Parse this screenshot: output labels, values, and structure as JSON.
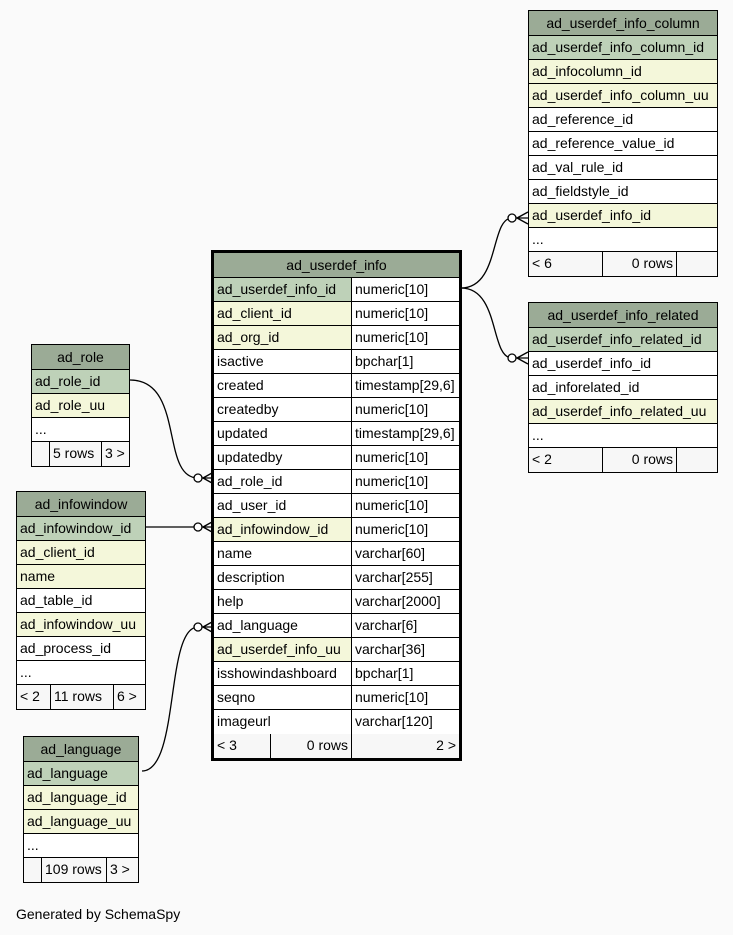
{
  "footer": "Generated by SchemaSpy",
  "ad_role": {
    "title": "ad_role",
    "rows": [
      "ad_role_id",
      "ad_role_uu",
      "..."
    ],
    "foot": [
      "",
      "5 rows",
      "3 >"
    ]
  },
  "ad_infowindow": {
    "title": "ad_infowindow",
    "rows": [
      "ad_infowindow_id",
      "ad_client_id",
      "name",
      "ad_table_id",
      "ad_infowindow_uu",
      "ad_process_id",
      "..."
    ],
    "foot": [
      "< 2",
      "11 rows",
      "6 >"
    ]
  },
  "ad_language": {
    "title": "ad_language",
    "rows": [
      "ad_language",
      "ad_language_id",
      "ad_language_uu",
      "..."
    ],
    "foot": [
      "",
      "109 rows",
      "3 >"
    ]
  },
  "ad_userdef_info": {
    "title": "ad_userdef_info",
    "cols": [
      [
        "ad_userdef_info_id",
        "numeric[10]"
      ],
      [
        "ad_client_id",
        "numeric[10]"
      ],
      [
        "ad_org_id",
        "numeric[10]"
      ],
      [
        "isactive",
        "bpchar[1]"
      ],
      [
        "created",
        "timestamp[29,6]"
      ],
      [
        "createdby",
        "numeric[10]"
      ],
      [
        "updated",
        "timestamp[29,6]"
      ],
      [
        "updatedby",
        "numeric[10]"
      ],
      [
        "ad_role_id",
        "numeric[10]"
      ],
      [
        "ad_user_id",
        "numeric[10]"
      ],
      [
        "ad_infowindow_id",
        "numeric[10]"
      ],
      [
        "name",
        "varchar[60]"
      ],
      [
        "description",
        "varchar[255]"
      ],
      [
        "help",
        "varchar[2000]"
      ],
      [
        "ad_language",
        "varchar[6]"
      ],
      [
        "ad_userdef_info_uu",
        "varchar[36]"
      ],
      [
        "isshowindashboard",
        "bpchar[1]"
      ],
      [
        "seqno",
        "numeric[10]"
      ],
      [
        "imageurl",
        "varchar[120]"
      ]
    ],
    "foot": [
      "< 3",
      "0 rows",
      "2 >"
    ]
  },
  "ad_userdef_info_column": {
    "title": "ad_userdef_info_column",
    "rows": [
      "ad_userdef_info_column_id",
      "ad_infocolumn_id",
      "ad_userdef_info_column_uu",
      "ad_reference_id",
      "ad_reference_value_id",
      "ad_val_rule_id",
      "ad_fieldstyle_id",
      "ad_userdef_info_id",
      "..."
    ],
    "foot": [
      "< 6",
      "0 rows",
      ""
    ]
  },
  "ad_userdef_info_related": {
    "title": "ad_userdef_info_related",
    "rows": [
      "ad_userdef_info_related_id",
      "ad_userdef_info_id",
      "ad_inforelated_id",
      "ad_userdef_info_related_uu",
      "..."
    ],
    "foot": [
      "< 2",
      "0 rows",
      ""
    ]
  }
}
